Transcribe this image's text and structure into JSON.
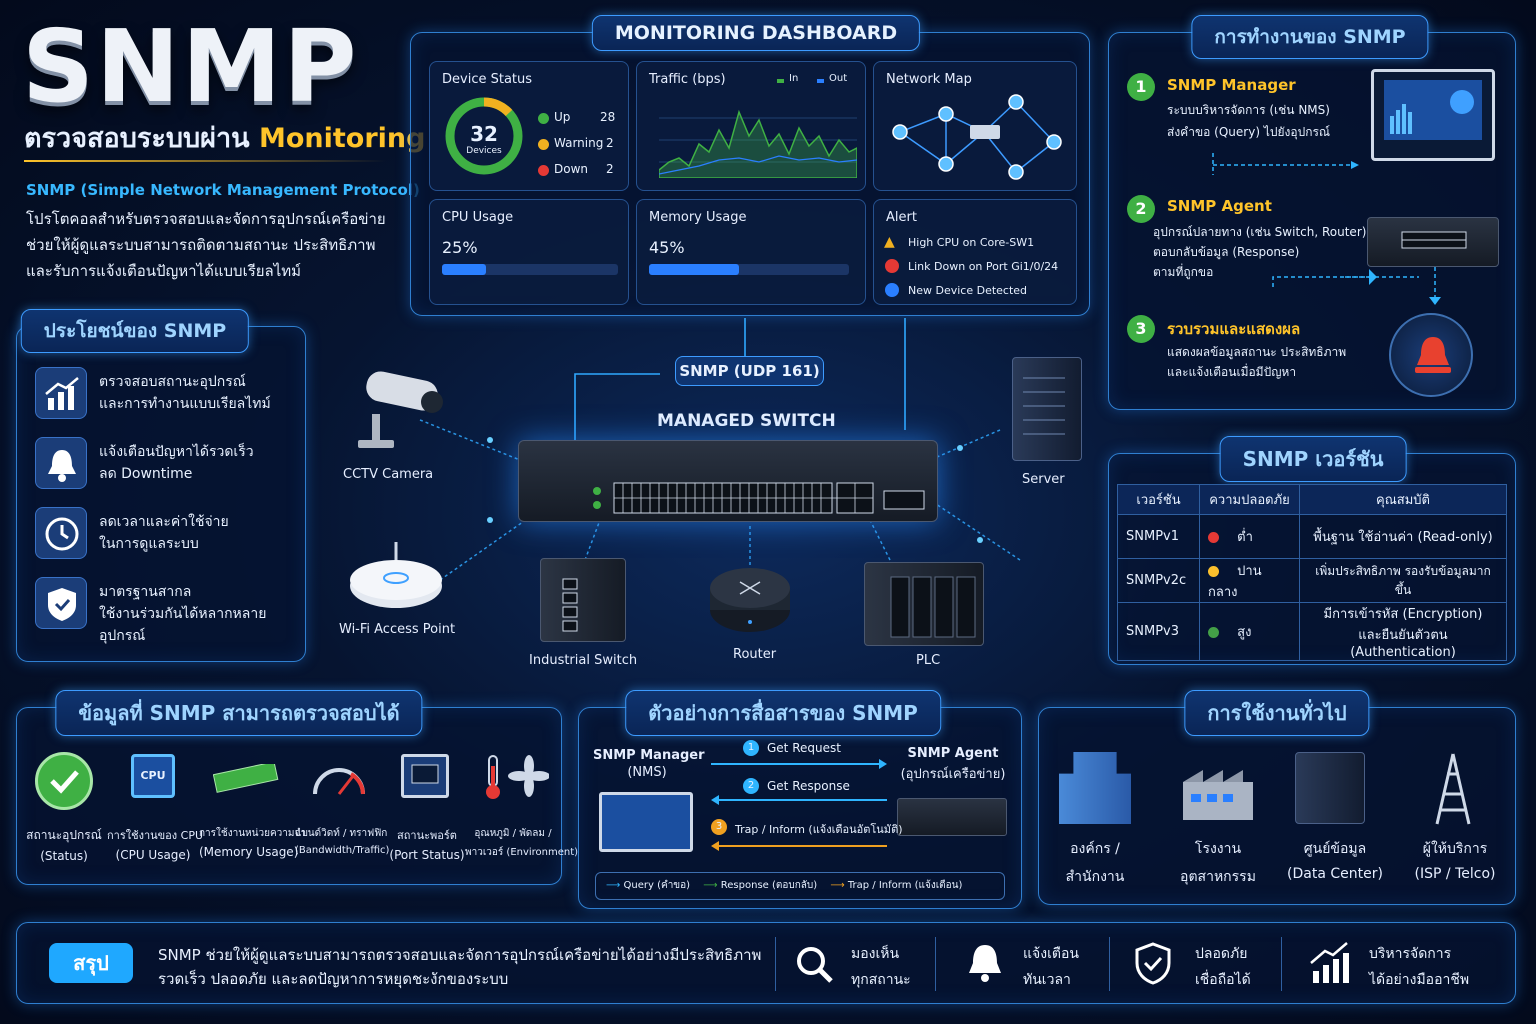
{
  "hero": {
    "title": "SNMP",
    "subtitle": "ตรวจสอบระบบผ่าน",
    "subtitle_accent": "Monitoring",
    "desc_head": "SNMP (Simple Network Management Protocol)",
    "desc1": "โปรโตคอลสำหรับตรวจสอบและจัดการอุปกรณ์เครือข่าย",
    "desc2": "ช่วยให้ผู้ดูแลระบบสามารถติดตามสถานะ ประสิทธิภาพ",
    "desc3": "และรับการแจ้งเตือนปัญหาได้แบบเรียลไทม์"
  },
  "benefits": {
    "title": "ประโยชน์ของ SNMP",
    "items": [
      {
        "icon": "chart-icon",
        "l1": "ตรวจสอบสถานะอุปกรณ์",
        "l2": "และการทำงานแบบเรียลไทม์"
      },
      {
        "icon": "bell-icon",
        "l1": "แจ้งเตือนปัญหาได้รวดเร็ว",
        "l2": "ลด Downtime"
      },
      {
        "icon": "clock-icon",
        "l1": "ลดเวลาและค่าใช้จ่าย",
        "l2": "ในการดูแลระบบ"
      },
      {
        "icon": "shield-icon",
        "l1": "มาตรฐานสากล",
        "l2": "ใช้งานร่วมกันได้หลากหลายอุปกรณ์"
      }
    ]
  },
  "dashboard": {
    "title": "MONITORING DASHBOARD",
    "device_status": {
      "title": "Device Status",
      "total": "32",
      "total_label": "Devices",
      "up_label": "Up",
      "up": "28",
      "warn_label": "Warning",
      "warn": "2",
      "down_label": "Down",
      "down": "2"
    },
    "traffic": {
      "title": "Traffic (bps)",
      "in_label": "In",
      "out_label": "Out"
    },
    "network_map": {
      "title": "Network Map"
    },
    "cpu": {
      "title": "CPU Usage",
      "value": "25%",
      "fraction": 0.25
    },
    "memory": {
      "title": "Memory Usage",
      "value": "45%",
      "fraction": 0.45
    },
    "alert": {
      "title": "Alert",
      "items": [
        "High CPU on Core-SW1",
        "Link Down on Port Gi1/0/24",
        "New Device Detected"
      ]
    }
  },
  "topology": {
    "snmp_port": "SNMP (UDP 161)",
    "switch_label": "MANAGED SWITCH",
    "devices": [
      "CCTV Camera",
      "Server",
      "Wi-Fi Access Point",
      "Industrial Switch",
      "Router",
      "PLC"
    ]
  },
  "how": {
    "title": "การทำงานของ SNMP",
    "steps": [
      {
        "n": "1",
        "title": "SNMP Manager",
        "l1": "ระบบบริหารจัดการ (เช่น NMS)",
        "l2": "ส่งคำขอ (Query) ไปยังอุปกรณ์",
        "l3": ""
      },
      {
        "n": "2",
        "title": "SNMP Agent",
        "l1": "อุปกรณ์ปลายทาง (เช่น Switch, Router)",
        "l2": "ตอบกลับข้อมูล (Response)",
        "l3": "ตามที่ถูกขอ"
      },
      {
        "n": "3",
        "title": "รวบรวมและแสดงผล",
        "l1": "แสดงผลข้อมูลสถานะ ประสิทธิภาพ",
        "l2": "และแจ้งเตือนเมื่อมีปัญหา",
        "l3": ""
      }
    ]
  },
  "versions": {
    "title": "SNMP เวอร์ชัน",
    "headers": [
      "เวอร์ชัน",
      "ความปลอดภัย",
      "คุณสมบัติ"
    ],
    "rows": [
      {
        "ver": "SNMPv1",
        "color": "#e53935",
        "sec": "ต่ำ",
        "feat1": "พื้นฐาน ใช้อ่านค่า (Read-only)",
        "feat2": ""
      },
      {
        "ver": "SNMPv2c",
        "color": "#fbc02d",
        "sec": "ปานกลาง",
        "feat1": "เพิ่มประสิทธิภาพ รองรับข้อมูลมากขึ้น",
        "feat2": ""
      },
      {
        "ver": "SNMPv3",
        "color": "#43a047",
        "sec": "สูง",
        "feat1": "มีการเข้ารหัส (Encryption)",
        "feat2": "และยืนยันตัวตน (Authentication)"
      }
    ]
  },
  "data": {
    "title": "ข้อมูลที่ SNMP สามารถตรวจสอบได้",
    "items": [
      {
        "l1": "สถานะอุปกรณ์",
        "l2": "(Status)"
      },
      {
        "l1": "การใช้งานของ CPU",
        "l2": "(CPU Usage)",
        "chip": "CPU"
      },
      {
        "l1": "การใช้งานหน่วยความจำ",
        "l2": "(Memory Usage)"
      },
      {
        "l1": "แบนด์วิดท์ / ทราฟฟิก",
        "l2": "(Bandwidth/Traffic)"
      },
      {
        "l1": "สถานะพอร์ต",
        "l2": "(Port Status)"
      },
      {
        "l1": "อุณหภูมิ / พัดลม /",
        "l2": "พาวเวอร์ (Environment)"
      }
    ]
  },
  "comm": {
    "title": "ตัวอย่างการสื่อสารของ SNMP",
    "manager": "SNMP Manager",
    "manager_sub": "(NMS)",
    "agent": "SNMP Agent",
    "agent_sub": "(อุปกรณ์เครือข่าย)",
    "msgs": [
      {
        "n": "1",
        "text": "Get Request",
        "color": "#2fb5ff"
      },
      {
        "n": "2",
        "text": "Get Response",
        "color": "#2fb5ff"
      },
      {
        "n": "3",
        "text": "Trap / Inform (แจ้งเตือนอัตโนมัติ)",
        "color": "#f0a020"
      }
    ],
    "legend": [
      "Query (คำขอ)",
      "Response (ตอบกลับ)",
      "Trap / Inform (แจ้งเตือน)"
    ]
  },
  "usage": {
    "title": "การใช้งานทั่วไป",
    "items": [
      {
        "l1": "องค์กร /",
        "l2": "สำนักงาน"
      },
      {
        "l1": "โรงงาน",
        "l2": "อุตสาหกรรม"
      },
      {
        "l1": "ศูนย์ข้อมูล",
        "l2": "(Data Center)"
      },
      {
        "l1": "ผู้ให้บริการ",
        "l2": "(ISP / Telco)"
      }
    ]
  },
  "summary": {
    "badge": "สรุป",
    "l1": "SNMP ช่วยให้ผู้ดูแลระบบสามารถตรวจสอบและจัดการอุปกรณ์เครือข่ายได้อย่างมีประสิทธิภาพ",
    "l2": "รวดเร็ว ปลอดภัย และลดปัญหาการหยุดชะงักของระบบ",
    "items": [
      {
        "l1": "มองเห็น",
        "l2": "ทุกสถานะ"
      },
      {
        "l1": "แจ้งเตือน",
        "l2": "ทันเวลา"
      },
      {
        "l1": "ปลอดภัย",
        "l2": "เชื่อถือได้"
      },
      {
        "l1": "บริหารจัดการ",
        "l2": "ได้อย่างมืออาชีพ"
      }
    ]
  }
}
